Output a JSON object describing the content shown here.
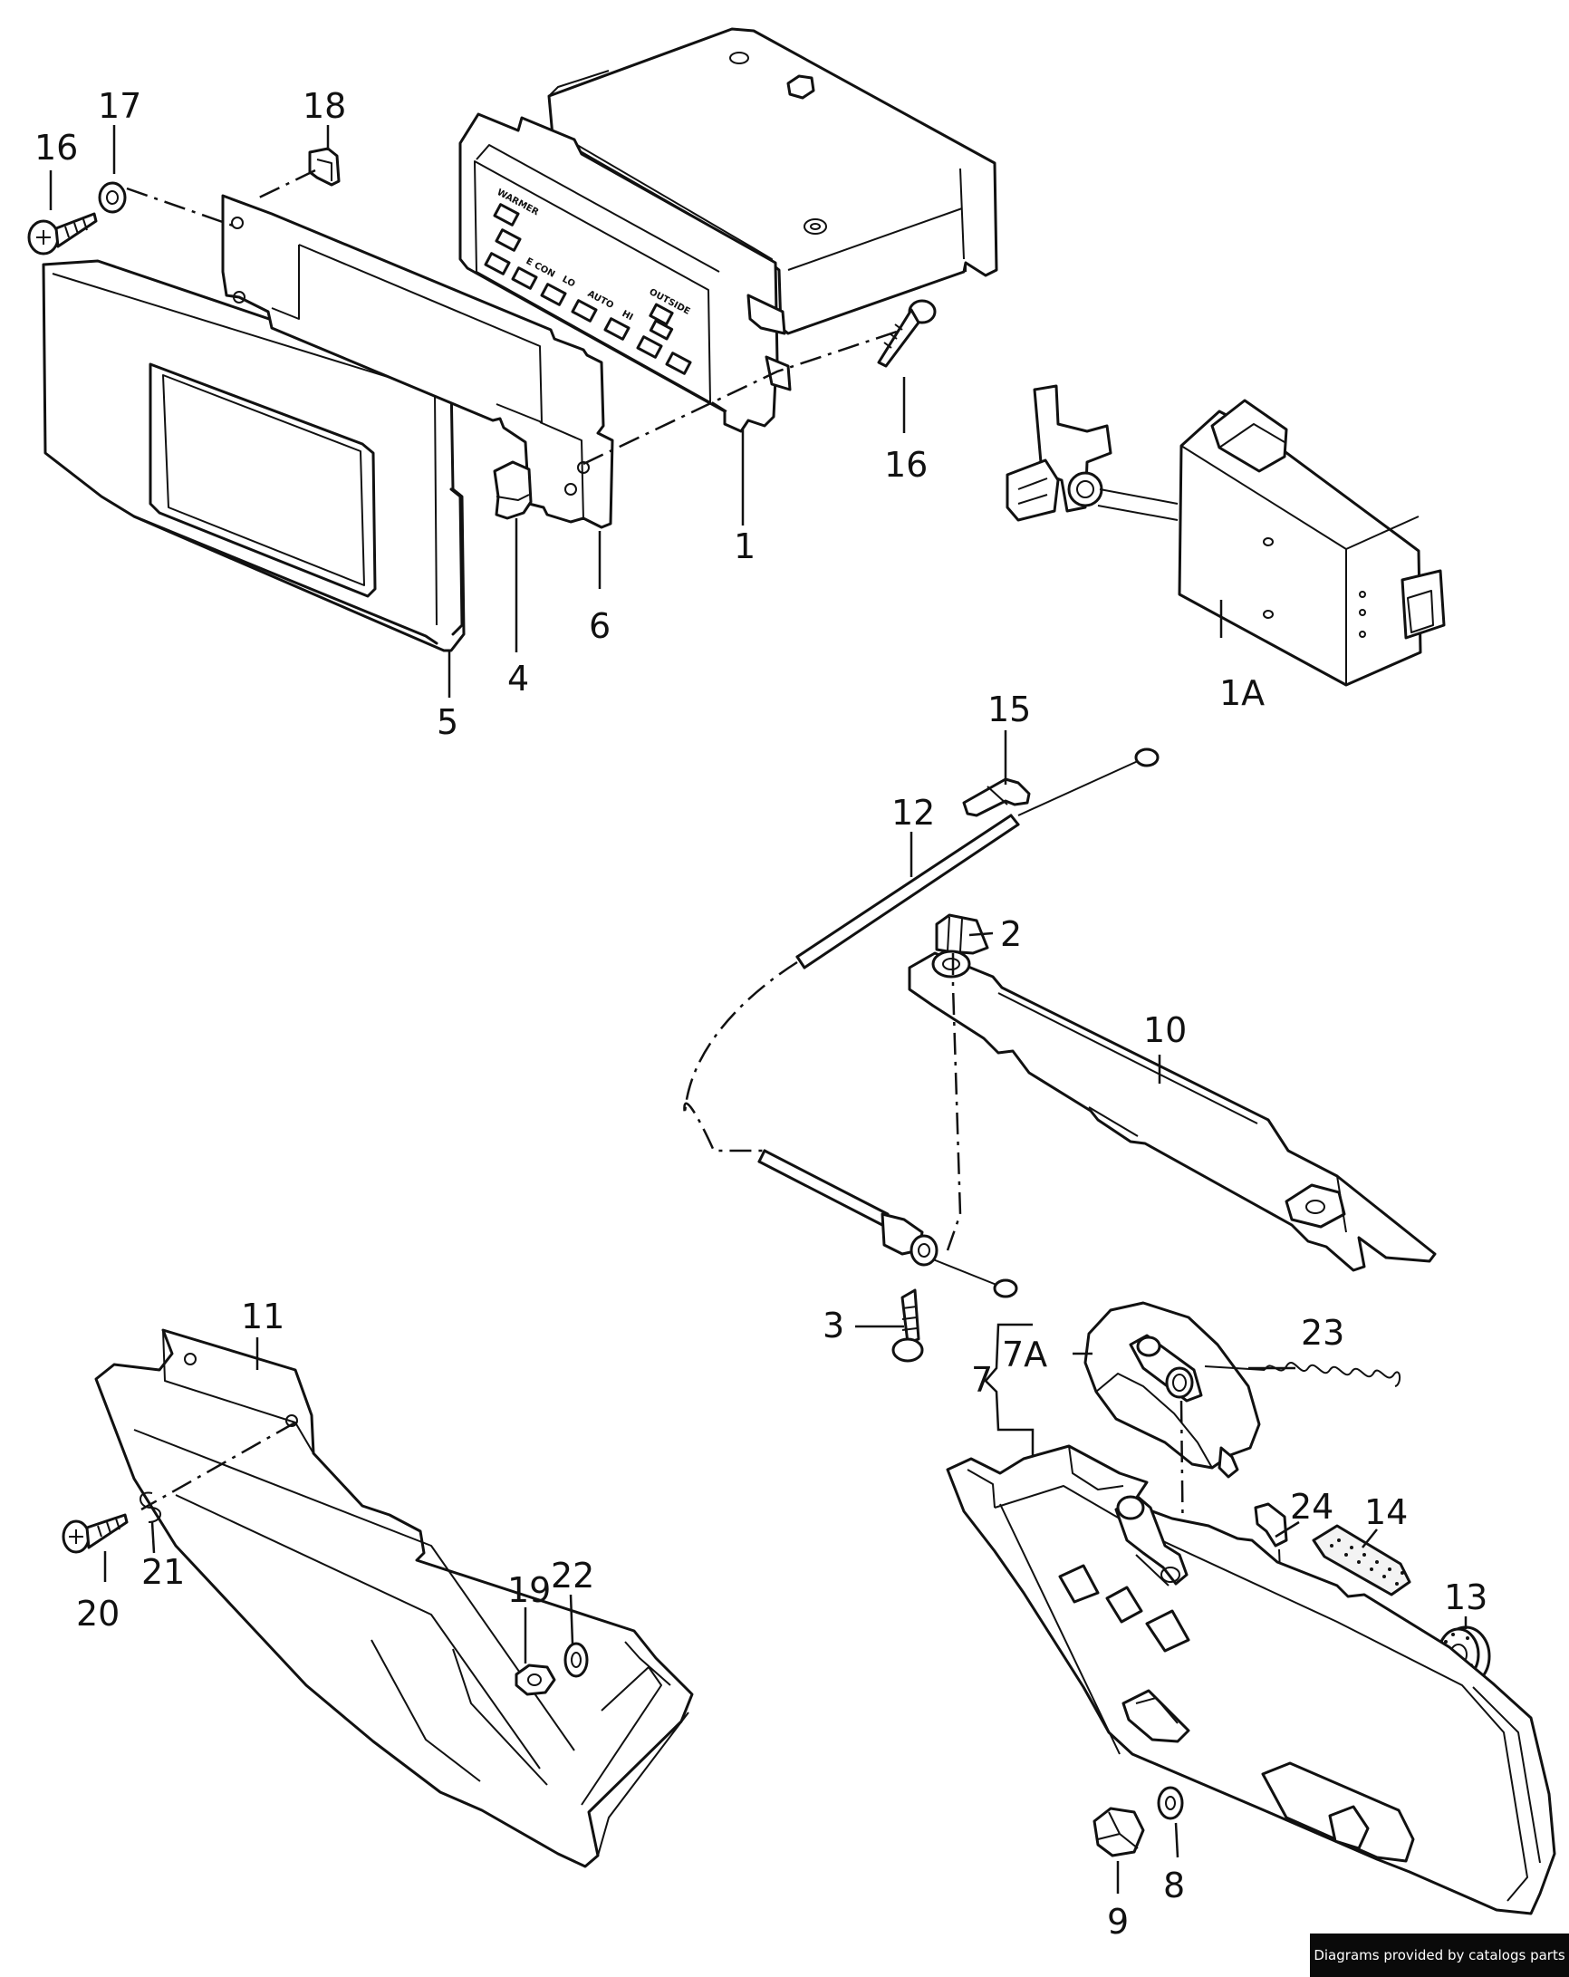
{
  "diagram": {
    "callouts": {
      "p1": "1",
      "p1a": "1A",
      "p2": "2",
      "p3": "3",
      "p4": "4",
      "p5": "5",
      "p6": "6",
      "p7": "7",
      "p7a": "7A",
      "p8": "8",
      "p9": "9",
      "p10": "10",
      "p11": "11",
      "p12": "12",
      "p13": "13",
      "p14": "14",
      "p15": "15",
      "p16a": "16",
      "p16b": "16",
      "p17": "17",
      "p18": "18",
      "p19": "19",
      "p20": "20",
      "p21": "21",
      "p22": "22",
      "p23": "23",
      "p24": "24"
    },
    "panel_markings": {
      "warmer": "WARMER",
      "econ": "E CON",
      "lo": "LO",
      "auto": "AUTO",
      "hi": "HI",
      "outside": "OUTSIDE"
    }
  },
  "footer": {
    "credit": "Diagrams provided by catalogs parts"
  }
}
